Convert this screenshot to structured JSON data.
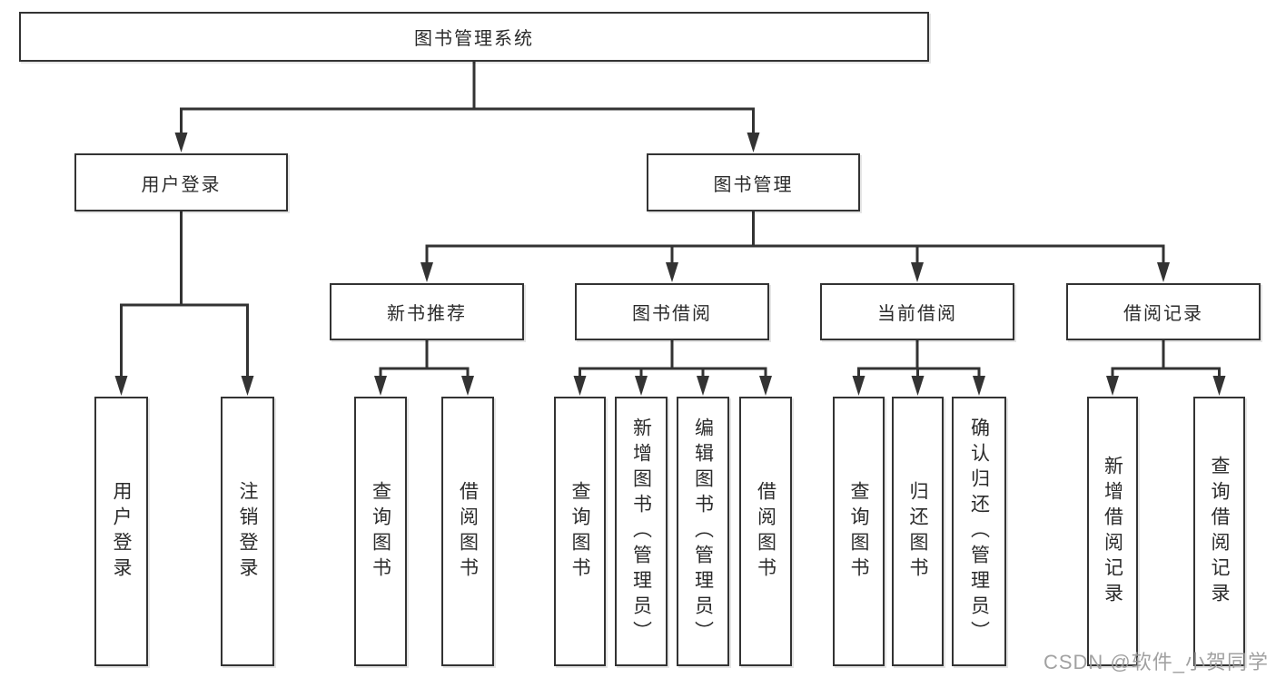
{
  "tree": {
    "root": {
      "label": "图书管理系统"
    },
    "branches": [
      {
        "label": "用户登录",
        "children": [
          {
            "label": "用户登录"
          },
          {
            "label": "注销登录"
          }
        ]
      },
      {
        "label": "图书管理",
        "children": [
          {
            "label": "新书推荐",
            "children": [
              {
                "label": "查询图书"
              },
              {
                "label": "借阅图书"
              }
            ]
          },
          {
            "label": "图书借阅",
            "children": [
              {
                "label": "查询图书"
              },
              {
                "label": "新增图书（管理员）"
              },
              {
                "label": "编辑图书（管理员）"
              },
              {
                "label": "借阅图书"
              }
            ]
          },
          {
            "label": "当前借阅",
            "children": [
              {
                "label": "查询图书"
              },
              {
                "label": "归还图书"
              },
              {
                "label": "确认归还（管理员）"
              }
            ]
          },
          {
            "label": "借阅记录",
            "children": [
              {
                "label": "新增借阅记录"
              },
              {
                "label": "查询借阅记录"
              }
            ]
          }
        ]
      }
    ]
  },
  "watermark": {
    "text": "CSDN @软件_小贺同学"
  },
  "colors": {
    "line": "#333333",
    "box_border": "#333333",
    "text": "#2b2b2b",
    "watermark": "#9a9a9a",
    "background": "#ffffff"
  }
}
